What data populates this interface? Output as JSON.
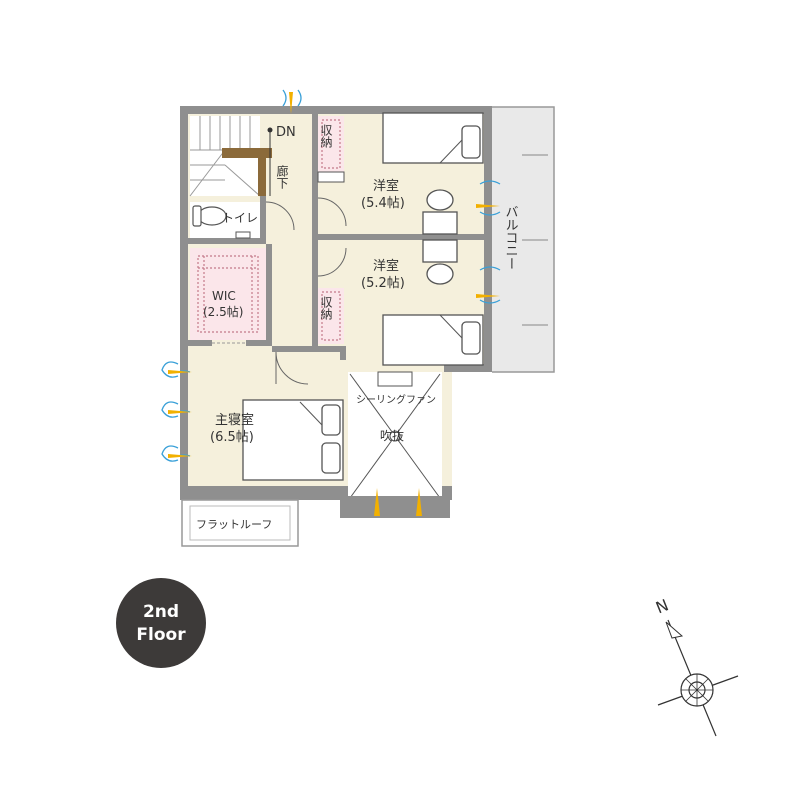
{
  "rooms": {
    "stairs_dn": "DN",
    "corridor": "廊下",
    "toilet": "トイレ",
    "storage_top": "収納",
    "storage_bottom": "収納",
    "bedroom1": {
      "name": "洋室",
      "size": "(5.4帖)"
    },
    "bedroom2": {
      "name": "洋室",
      "size": "(5.2帖)"
    },
    "wic": {
      "name": "WIC",
      "size": "(2.5帖)"
    },
    "master": {
      "name": "主寝室",
      "size": "(6.5帖)"
    },
    "balcony": "バルコニー",
    "atrium": "吹抜",
    "ceiling_fan": "シーリングファン",
    "flat_roof": "フラットルーフ"
  },
  "badge": {
    "line1": "2nd",
    "line2": "Floor"
  },
  "compass": {
    "north": "N"
  },
  "colors": {
    "floor": "#f5f0dc",
    "wall": "#8f8f8f",
    "window_arrow": "#f2b000",
    "wind": "#3aa0d8",
    "badge": "#3d3a39"
  }
}
